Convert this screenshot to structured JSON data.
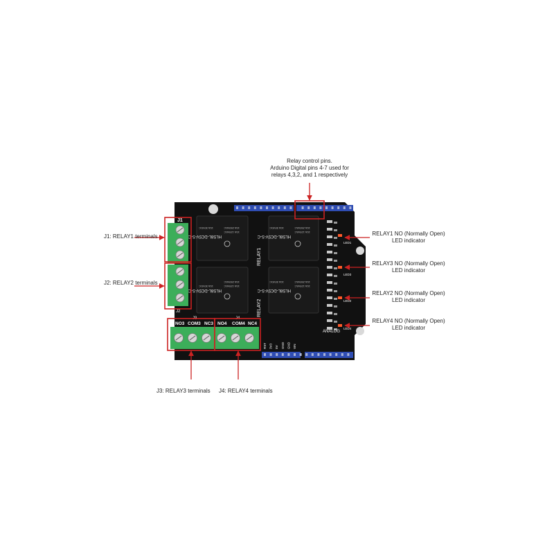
{
  "callouts": {
    "control_pins": {
      "line1": "Relay control pins.",
      "line2": "Arduino Digital pins 4-7 used for",
      "line3": "relays 4,3,2, and 1 respectively"
    },
    "j1": "J1: RELAY1 terminals",
    "j2": "J2: RELAY2 terminals",
    "j3": "J3: RELAY3 terminals",
    "j4": "J4: RELAY4 terminals",
    "led1": {
      "line1": "RELAY1 NO (Normally Open)",
      "line2": "LED indicator"
    },
    "led3": {
      "line1": "RELAY3 NO (Normally Open)",
      "line2": "LED indicator"
    },
    "led2": {
      "line1": "RELAY2 NO (Normally Open)",
      "line2": "LED indicator"
    },
    "led4": {
      "line1": "RELAY4 NO (Normally Open)",
      "line2": "LED indicator"
    }
  },
  "board": {
    "connector_j1": "J1",
    "connector_j2": "J2",
    "connector_j3": "J3",
    "connector_j4": "J4",
    "j3_pins": [
      "NO3",
      "COM3",
      "NC3"
    ],
    "j4_pins": [
      "NO4",
      "COM4",
      "NC4"
    ],
    "relay1_label": "RELAY1",
    "relay2_label": "RELAY2",
    "relay_part": "HLS8L-DC5V-S-C",
    "relay_rating1": "10A 250VAC",
    "relay_rating2": "10A 125VAC",
    "relay_rating3": "10A 30VDC",
    "analog_label": "ANALOG",
    "power_pins": [
      "RST",
      "3V3",
      "5V",
      "GND",
      "GND",
      "VIN"
    ],
    "led_labels": [
      "LED1",
      "LED3",
      "LED2",
      "LED4"
    ]
  },
  "colors": {
    "board": "#111111",
    "header": "#2f4db3",
    "terminal": "#3cae5a",
    "callout_box": "#cc2222",
    "relay": "#1a1a1a"
  }
}
